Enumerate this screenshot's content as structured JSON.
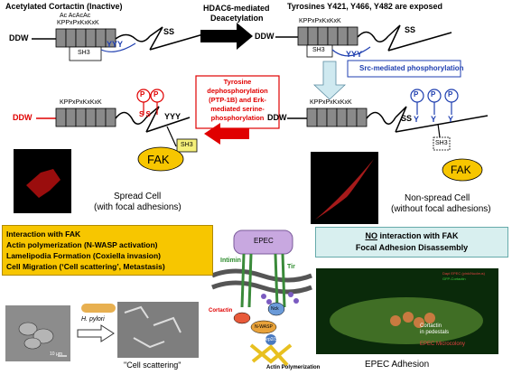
{
  "top": {
    "inactive_title": "Acetylated Cortactin (Inactive)",
    "acetyl_marks": "Ac      AcAcAc",
    "domain_seq": "KPPxPxKxKxK",
    "ddw": "DDW",
    "sh3": "SH3",
    "ss": "SS",
    "yyy": "YYY",
    "hdac_title": "HDAC6-mediated",
    "hdac_subtitle": "Deacetylation",
    "exposed_title": "Tyrosines Y421, Y466, Y482 are exposed",
    "src_label": "Src-mediated phosphorylation"
  },
  "middle": {
    "p_label": "P",
    "dephos_text": [
      "Tyrosine",
      "dephosphorylation",
      "(PTP-1B) and Erk-",
      "mediated serine-",
      "phosphorylation"
    ],
    "left_ss": "S S",
    "fak": "FAK",
    "sh3": "SH3",
    "right_ss": "SS",
    "y": "Y"
  },
  "cells": {
    "spread_title": "Spread Cell",
    "spread_sub": "(with focal adhesions)",
    "nonspread_title": "Non-spread Cell",
    "nonspread_sub": "(without focal adhesions)"
  },
  "left_box": {
    "lines": [
      "Interaction with FAK",
      "Actin polymerization (N-WASP activation)",
      "Lamelipodia Formation (Coxiella invasion)",
      "Cell Migration (‘Cell scattering’, Metastasis)"
    ]
  },
  "right_box": {
    "line1_no": "NO",
    "line1_rest": " interaction with FAK",
    "line2": "Focal Adhesion Disassembly"
  },
  "bottom": {
    "h_pylori": "H. pylori",
    "scale_bar": "10 µm",
    "cell_scattering": "\"Cell scattering\"",
    "epec": "EPEC",
    "intimin": "Intimin",
    "tir": "Tir",
    "cortactin": "Cortactin",
    "nwasp": "N-WASP",
    "arp": "Arp2/3",
    "actin_poly": "Actin Polymerization",
    "nck": "Nck",
    "epec_legend1": "Dapi EPEC (pink/Nucleus)",
    "epec_legend2": "GFP-Cortactin",
    "pedestal_label1": "Cortactin",
    "pedestal_label2": "in pedestals",
    "microcolony": "EPEC Microcolony",
    "epec_adhesion": "EPEC Adhesion"
  },
  "colors": {
    "domain_gray": "#8a8a8a",
    "blue": "#1f3fb0",
    "red": "#e00000",
    "yellow": "#f7c600",
    "cyan_box": "#d8efef",
    "purple": "#c8a8e0"
  }
}
